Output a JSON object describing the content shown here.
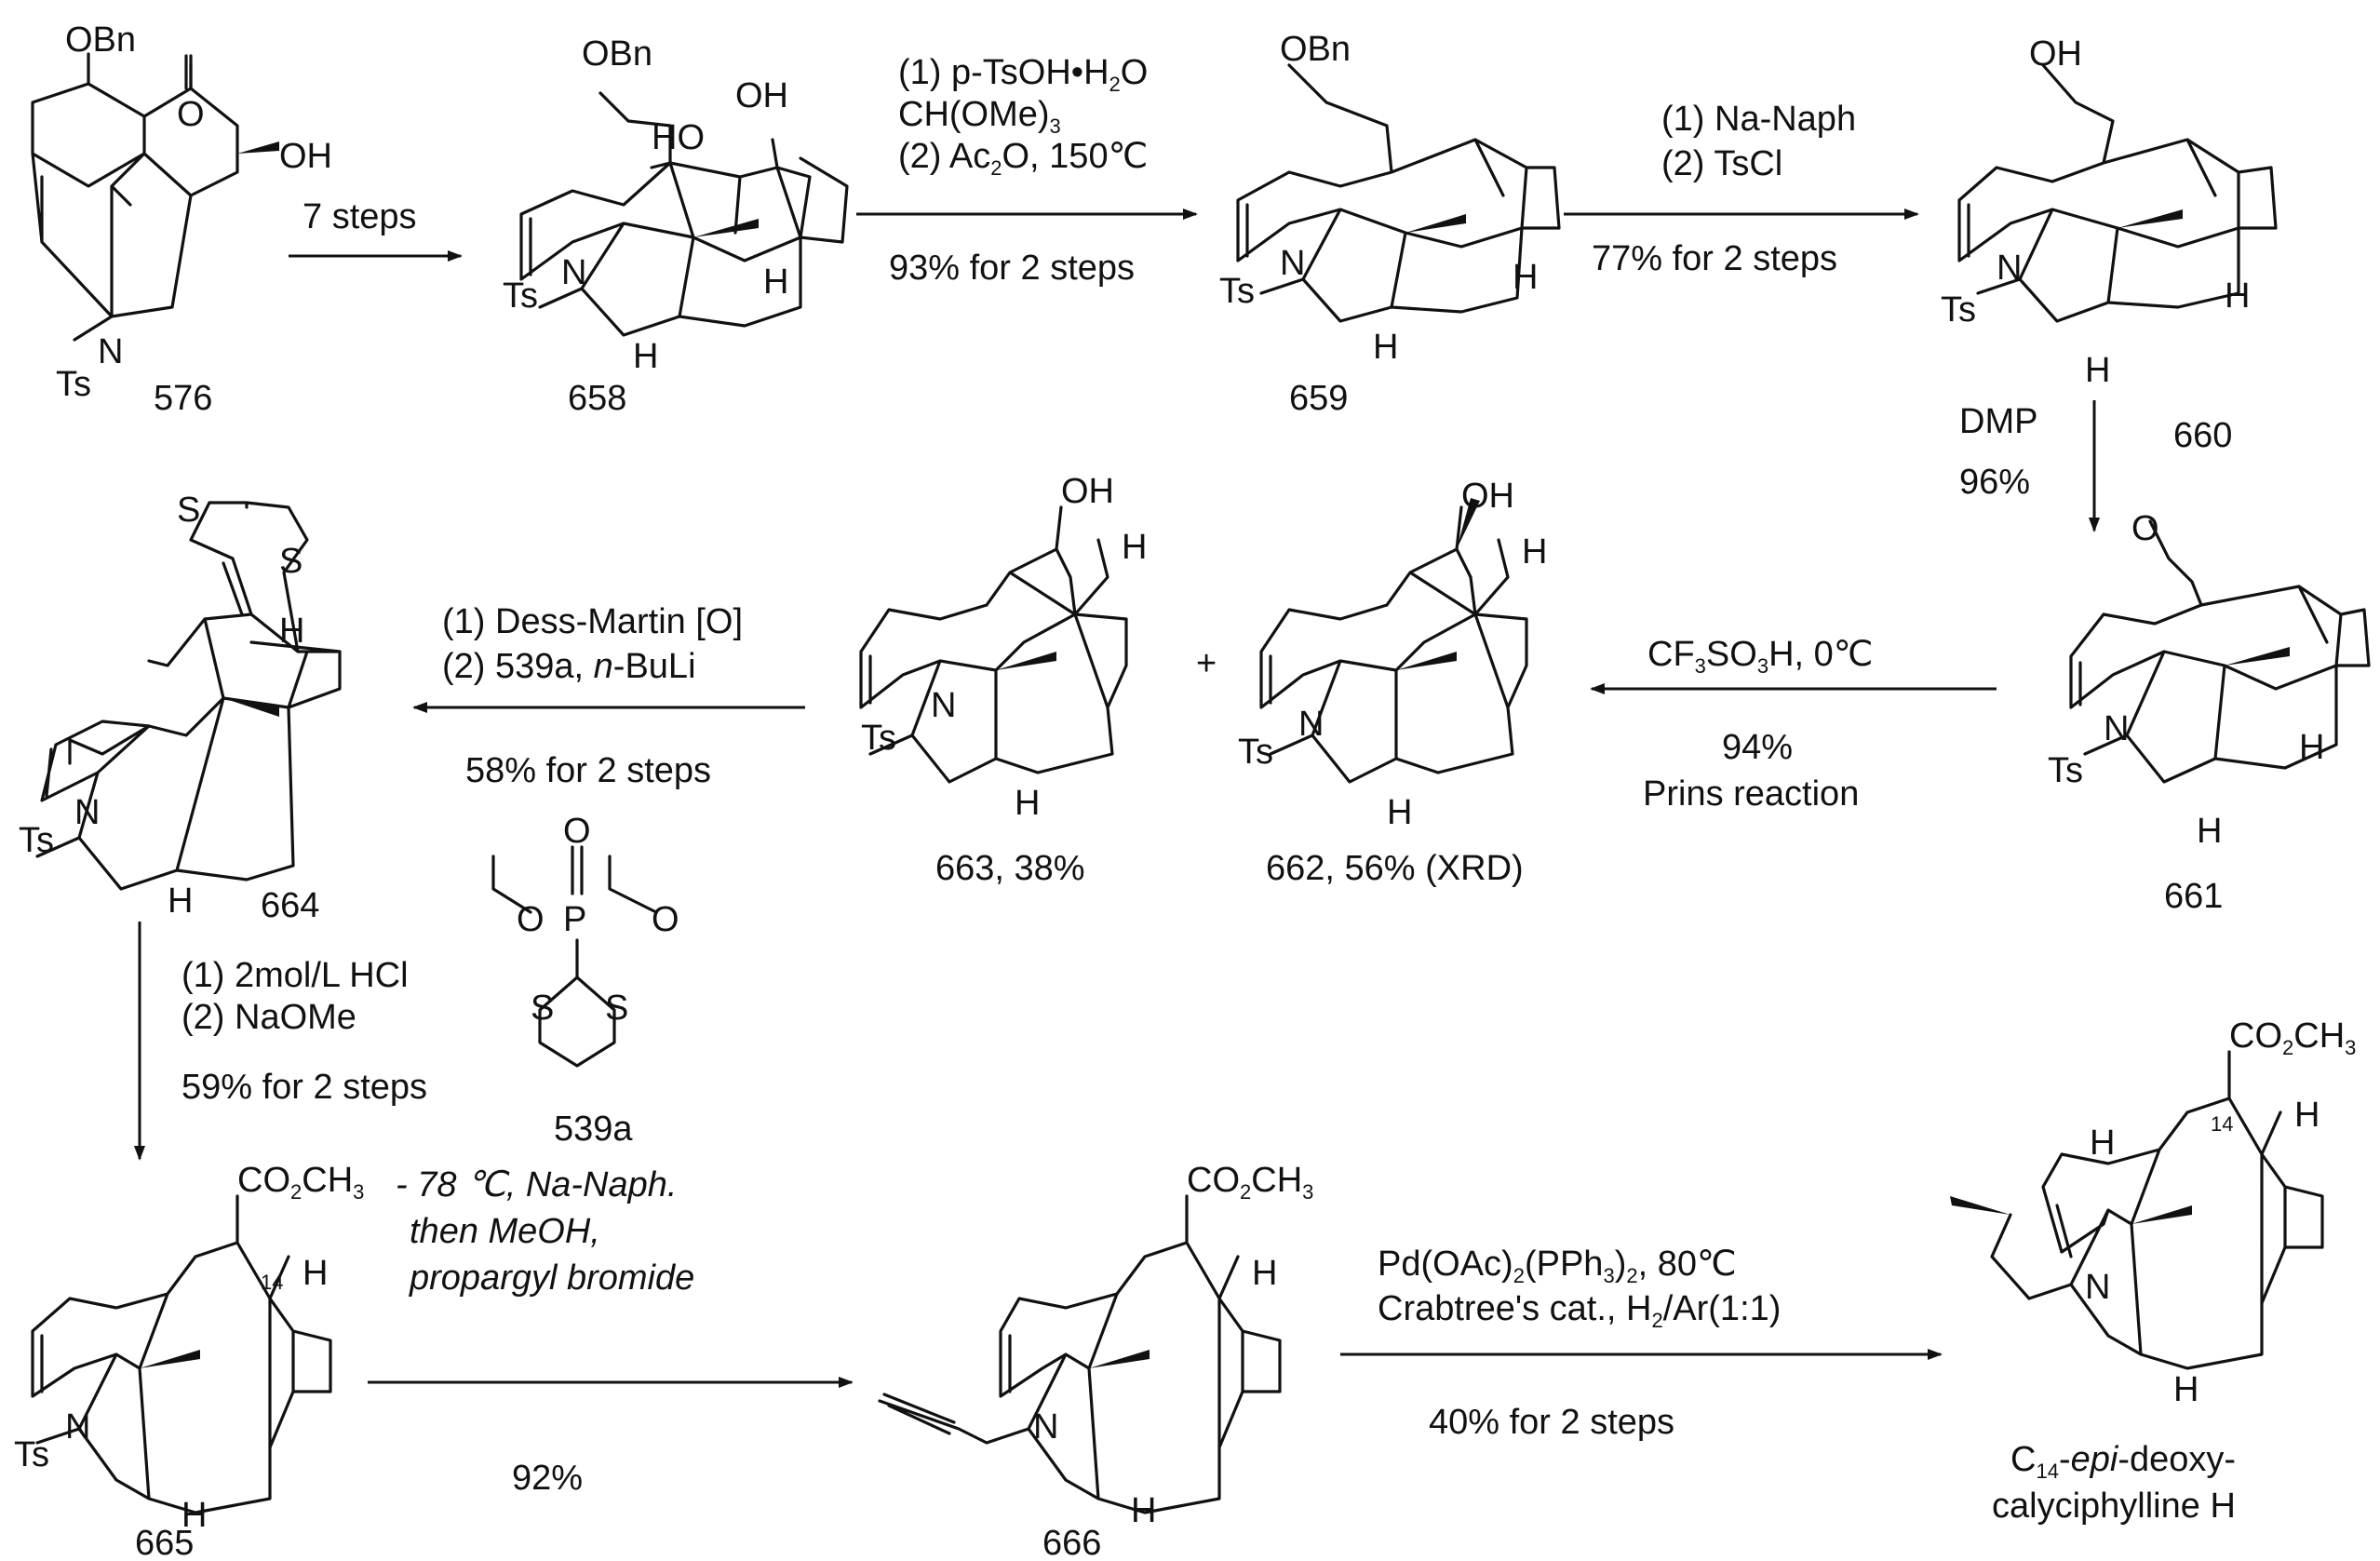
{
  "compounds": {
    "c576": {
      "number": "576",
      "labels": {
        "obn": "OBn",
        "o": "O",
        "oh": "OH",
        "n": "N",
        "ts": "Ts"
      }
    },
    "c658": {
      "number": "658",
      "labels": {
        "obn": "OBn",
        "ho": "HO",
        "oh": "OH",
        "n": "N",
        "ts": "Ts",
        "h1": "H",
        "h2": "H"
      }
    },
    "c659": {
      "number": "659",
      "labels": {
        "obn": "OBn",
        "n": "N",
        "ts": "Ts",
        "h1": "H",
        "h2": "H"
      }
    },
    "c660": {
      "number": "660",
      "labels": {
        "oh": "OH",
        "n": "N",
        "ts": "Ts",
        "h1": "H",
        "h2": "H"
      }
    },
    "c661": {
      "number": "661",
      "labels": {
        "o": "O",
        "n": "N",
        "ts": "Ts",
        "h1": "H",
        "h2": "H"
      }
    },
    "c662": {
      "number": "662, 56% (XRD)",
      "labels": {
        "oh": "OH",
        "h1": "H",
        "n": "N",
        "ts": "Ts",
        "h2": "H"
      }
    },
    "c663": {
      "number": "663, 38%",
      "labels": {
        "oh": "OH",
        "h1": "H",
        "n": "N",
        "ts": "Ts",
        "h2": "H"
      }
    },
    "c664": {
      "number": "664",
      "labels": {
        "s1": "S",
        "s2": "S",
        "h1": "H",
        "n": "N",
        "ts": "Ts",
        "h2": "H"
      }
    },
    "c539a": {
      "number": "539a",
      "labels": {
        "o_top": "O",
        "p": "P",
        "o_left": "O",
        "o_right": "O",
        "s1": "S",
        "s2": "S"
      }
    },
    "c665": {
      "number": "665",
      "labels": {
        "ester_pre": "CO",
        "ester_sub": "2",
        "ester_post": "CH",
        "ester_sub2": "3",
        "c14": "14",
        "h1": "H",
        "n": "N",
        "ts": "Ts",
        "h2": "H"
      }
    },
    "c666": {
      "number": "666",
      "labels": {
        "ester_pre": "CO",
        "ester_sub": "2",
        "ester_post": "CH",
        "ester_sub2": "3",
        "h1": "H",
        "n": "N",
        "h2": "H"
      }
    },
    "product": {
      "name_line1_pre": "C",
      "name_line1_sub": "14",
      "name_line1_dash": "-",
      "name_line1_it": "epi",
      "name_line1_post": "-deoxy-",
      "name_line2": "calyciphylline H",
      "labels": {
        "ester_pre": "CO",
        "ester_sub": "2",
        "ester_post": "CH",
        "ester_sub2": "3",
        "c14": "14",
        "h1": "H",
        "h3": "H",
        "n": "N",
        "h2": "H"
      }
    }
  },
  "steps": {
    "s1": {
      "above": "7 steps"
    },
    "s2": {
      "l1_pre": "(1) p-TsOH•H",
      "l1_sub": "2",
      "l1_post": "O",
      "l2_pre": "CH(OMe)",
      "l2_sub": "3",
      "l3_pre": "(2) Ac",
      "l3_sub": "2",
      "l3_post": "O, 150℃",
      "below": "93% for 2 steps"
    },
    "s3": {
      "l1": "(1) Na-Naph",
      "l2": "(2) TsCl",
      "below": "77% for 2 steps"
    },
    "s4": {
      "l1": "DMP",
      "l2": "96%"
    },
    "s5": {
      "l1_pre": "CF",
      "l1_sub1": "3",
      "l1_mid": "SO",
      "l1_sub2": "3",
      "l1_post": "H, 0℃",
      "below1": "94%",
      "below2": "Prins reaction"
    },
    "s6": {
      "l1": "(1) Dess-Martin [O]",
      "l2_pre": "(2) 539a, ",
      "l2_it": "n",
      "l2_post": "-BuLi",
      "below": "58% for 2 steps"
    },
    "s7": {
      "l1": "(1) 2mol/L HCl",
      "l2": "(2) NaOMe",
      "l3": "59% for 2 steps"
    },
    "s8": {
      "l1": "- 78 ℃, Na-Naph.",
      "l2": "then MeOH,",
      "l3": "propargyl bromide",
      "below": "92%"
    },
    "s9": {
      "l1_pre": "Pd(OAc)",
      "l1_sub1": "2",
      "l1_mid": "(PPh",
      "l1_sub2": "3",
      "l1_mid2": ")",
      "l1_sub3": "2",
      "l1_post": ", 80℃",
      "l2_pre": "Crabtree's cat., H",
      "l2_sub": "2",
      "l2_post": "/Ar(1:1)",
      "below": "40% for 2 steps"
    }
  },
  "plus": "+"
}
